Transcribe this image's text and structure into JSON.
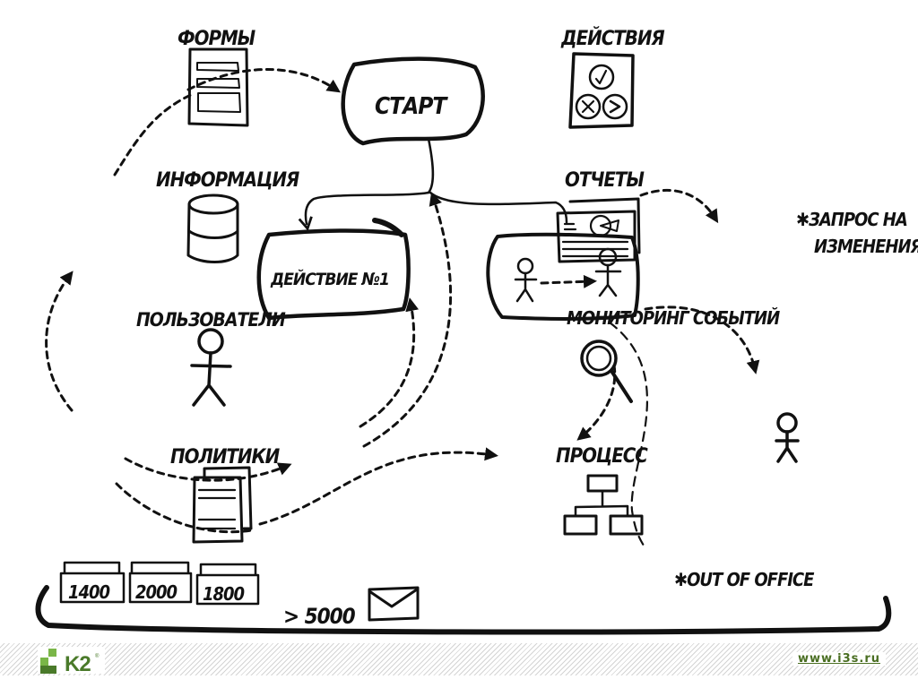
{
  "diagram": {
    "nodes": {
      "forms": {
        "label": "ФОРМЫ",
        "icon": "form-document-icon"
      },
      "actions": {
        "label": "ДЕЙСТВИЯ",
        "icon": "action-buttons-icon"
      },
      "start": {
        "label": "СТАРТ"
      },
      "information": {
        "label": "ИНФОРМАЦИЯ",
        "icon": "database-icon"
      },
      "reports": {
        "label": "ОТЧЕТЫ",
        "icon": "report-chart-icon"
      },
      "action1": {
        "label": "ДЕЙСТВИЕ №1"
      },
      "users": {
        "label": "ПОЛЬЗОВАТЕЛИ",
        "icon": "user-icon"
      },
      "event_monitoring": {
        "label": "МОНИТОРИНГ СОБЫТИЙ",
        "icon": "magnifier-icon"
      },
      "policies": {
        "label": "ПОЛИТИКИ",
        "icon": "documents-stack-icon"
      },
      "process": {
        "label": "ПРОЦЕСС",
        "icon": "org-chart-icon"
      }
    },
    "notes": {
      "change_request_line1": "✱ЗАПРОС НА",
      "change_request_line2": "ИЗМЕНЕНИЯ",
      "out_of_office": "✱OUT OF OFFICE"
    },
    "counters": [
      {
        "value": "1400"
      },
      {
        "value": "2000"
      },
      {
        "value": "1800"
      }
    ],
    "email_count": "> 5000"
  },
  "footer": {
    "logo_text": "K2",
    "logo_reg": "®",
    "url": "www.i3s.ru",
    "colors": {
      "logo_green_light": "#7ab648",
      "logo_green_dark": "#4a7a2a",
      "url_green": "#4a6e22"
    }
  }
}
